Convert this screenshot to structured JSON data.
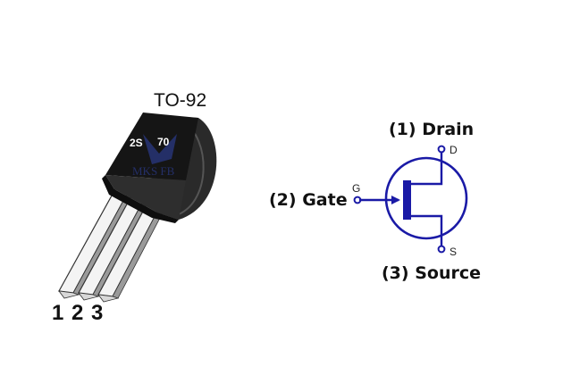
{
  "package": {
    "name": "TO-92",
    "part_marking_left": "2S",
    "part_marking_right": "70",
    "pin_numbers": [
      "1",
      "2",
      "3"
    ]
  },
  "symbol": {
    "drain_label": "(1) Drain",
    "gate_label": "(2) Gate",
    "source_label": "(3) Source",
    "drain_letter": "D",
    "gate_letter": "G",
    "source_letter": "S"
  },
  "colors": {
    "symbol_blue": "#1a1aa6",
    "package_body": "#1c1c1c",
    "leads": "#f2f2f2"
  }
}
